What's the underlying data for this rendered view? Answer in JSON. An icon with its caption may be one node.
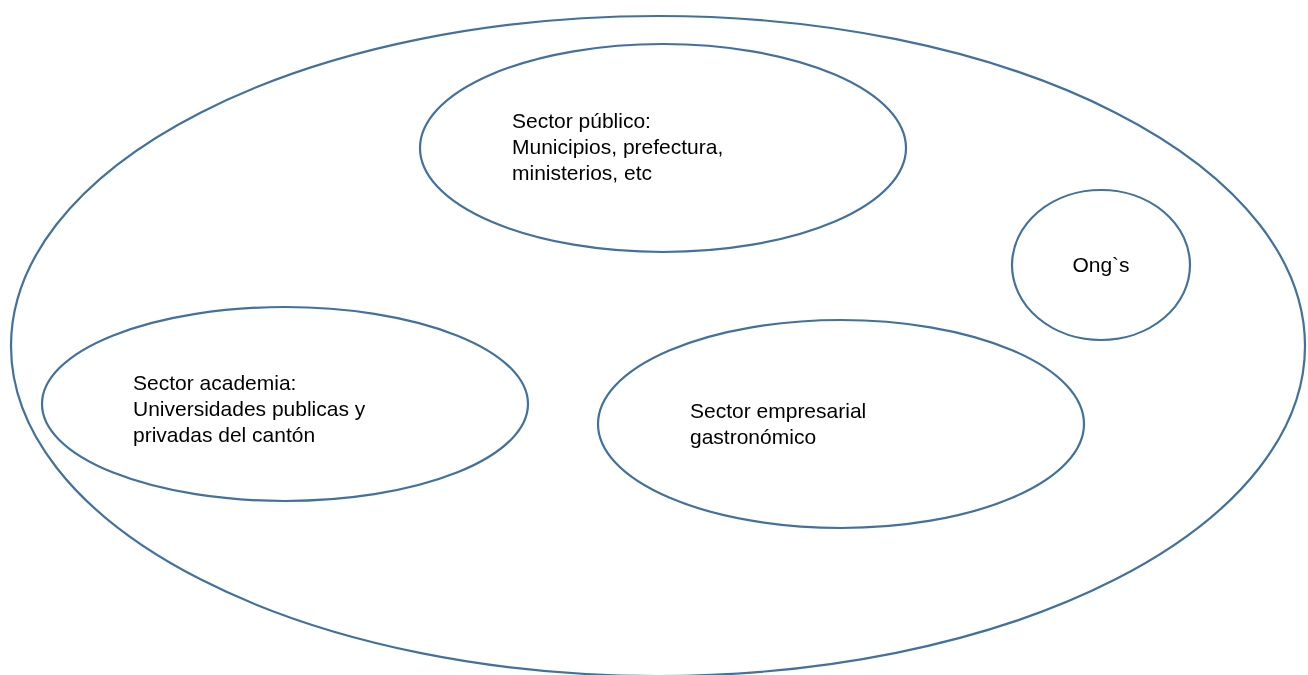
{
  "diagram": {
    "nodes": [
      {
        "text": [],
        "shape": "ellipse"
      },
      {
        "text": [
          "Sector público: Municipios, prefectura, ministerios, etc"
        ],
        "in": 0
      },
      {
        "text": [
          "Ong`s"
        ],
        "in": 0
      },
      {
        "text": [
          "Sector academia: Universidades publicas y privadas del cantón"
        ],
        "in": 0
      },
      {
        "text": [
          "Sector empresarial gastronómico"
        ],
        "in": 0
      }
    ]
  }
}
